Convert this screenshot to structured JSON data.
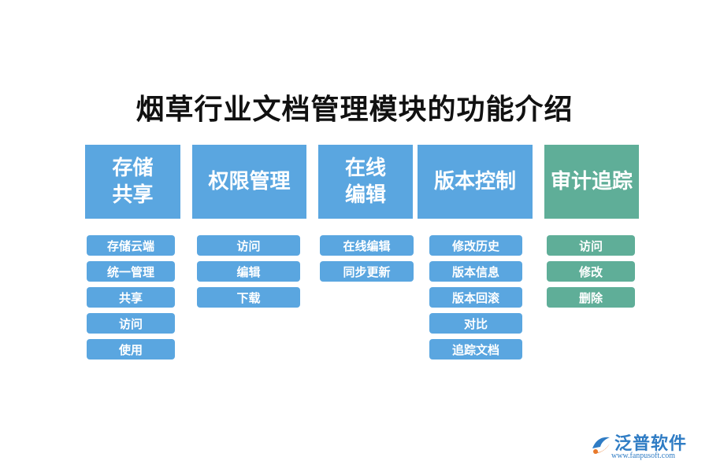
{
  "title": "烟草行业文档管理模块的功能介绍",
  "columns": [
    {
      "header": "存储\n共享",
      "color": "blue",
      "items": [
        "存储云端",
        "统一管理",
        "共享",
        "访问",
        "使用"
      ]
    },
    {
      "header": "权限管理",
      "color": "blue",
      "items": [
        "访问",
        "编辑",
        "下载"
      ]
    },
    {
      "header": "在线\n编辑",
      "color": "blue",
      "items": [
        "在线编辑",
        "同步更新"
      ]
    },
    {
      "header": "版本控制",
      "color": "blue",
      "items": [
        "修改历史",
        "版本信息",
        "版本回滚",
        "对比",
        "追踪文档"
      ]
    },
    {
      "header": "审计追踪",
      "color": "green",
      "items": [
        "访问",
        "修改",
        "删除"
      ]
    }
  ],
  "logo": {
    "name": "泛普软件",
    "url": "www.fanpusoft.com"
  },
  "colors": {
    "blue": "#5aa6e0",
    "green": "#5fae98"
  }
}
